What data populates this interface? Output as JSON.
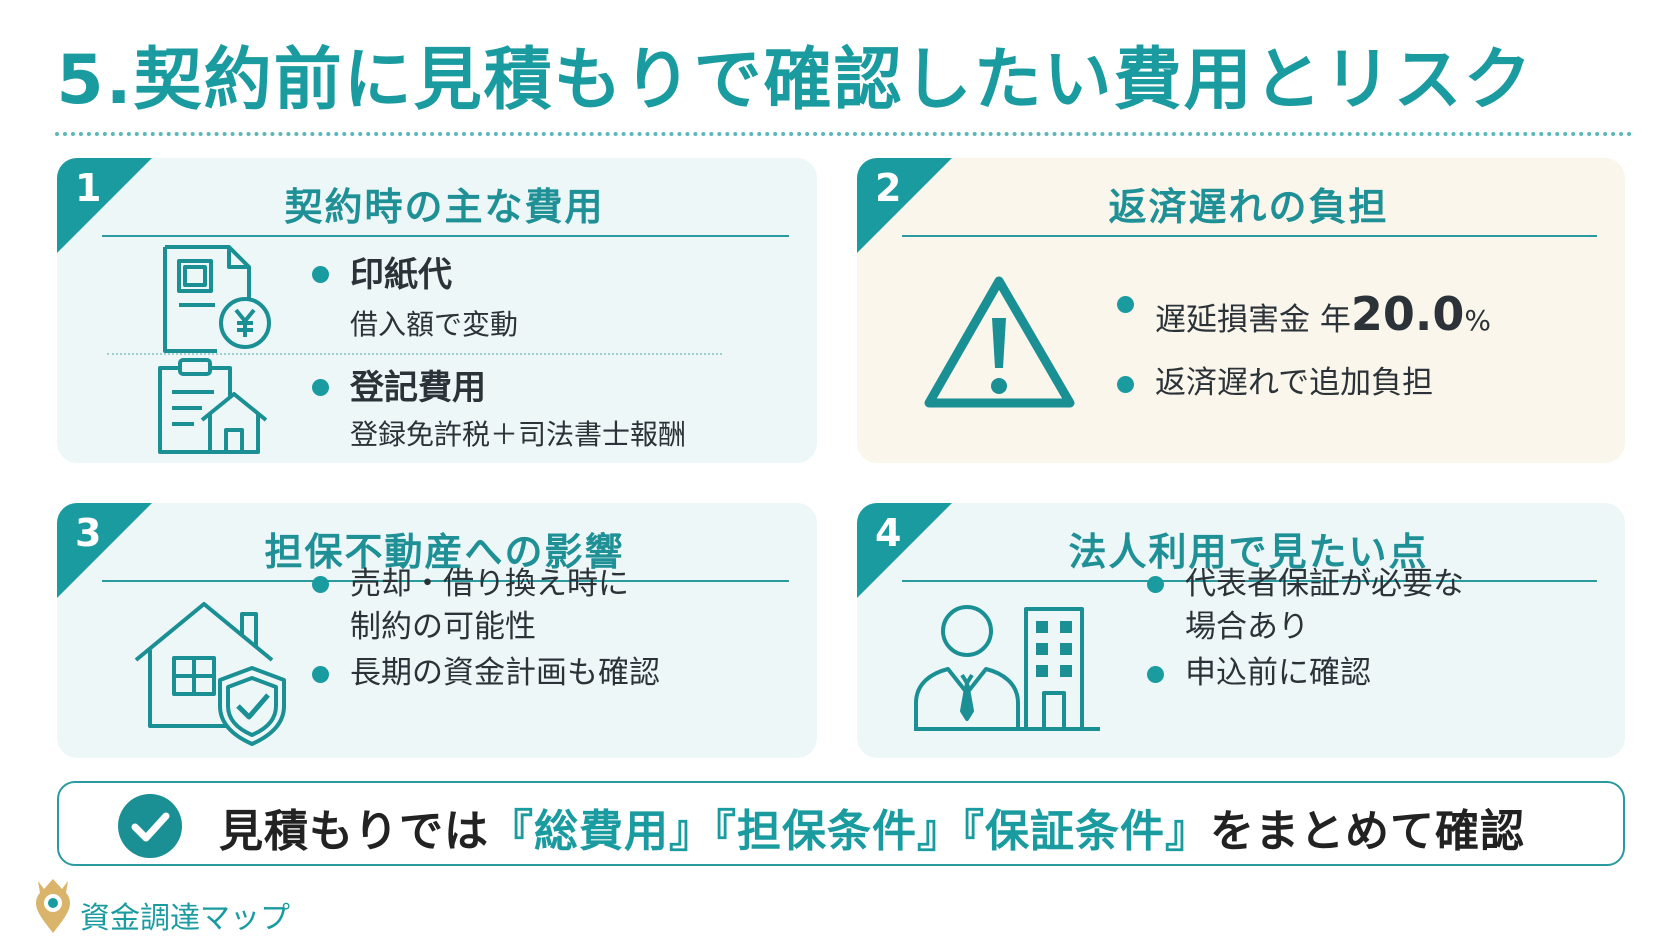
{
  "title": "5.契約前に見積もりで確認したい費用とリスク",
  "cards": [
    {
      "number": "1",
      "title": "契約時の主な費用",
      "items": [
        {
          "label": "印紙代",
          "detail": "借入額で変動",
          "icon": "stamp-document-yen-icon"
        },
        {
          "label": "登記費用",
          "detail": "登録免許税＋司法書士報酬",
          "icon": "clipboard-house-icon"
        }
      ]
    },
    {
      "number": "2",
      "title": "返済遅れの負担",
      "icon": "warning-triangle-icon",
      "items": [
        {
          "prefix": "遅延損害金 年",
          "value": "20.0",
          "unit": "%"
        },
        {
          "text": "返済遅れで追加負担"
        }
      ]
    },
    {
      "number": "3",
      "title": "担保不動産への影響",
      "icon": "house-shield-icon",
      "items": [
        {
          "line1": "売却・借り換え時に",
          "line2": "制約の可能性"
        },
        {
          "text": "長期の資金計画も確認"
        }
      ]
    },
    {
      "number": "4",
      "title": "法人利用で見たい点",
      "icon": "person-building-icon",
      "items": [
        {
          "line1": "代表者保証が必要な",
          "line2": "場合あり"
        },
        {
          "text": "申込前に確認"
        }
      ]
    }
  ],
  "summary": {
    "prefix": "見積もりでは",
    "highlight1": "『総費用』",
    "highlight2": "『担保条件』",
    "highlight3": "『保証条件』",
    "suffix": "をまとめて確認",
    "icon": "check-circle-icon"
  },
  "logo": {
    "text": "資金調達マップ",
    "icon": "map-pin-crown-icon"
  },
  "colors": {
    "accent": "#1a9ba0",
    "card_teal": "#eef7f8",
    "card_cream": "#fbf6ec"
  }
}
